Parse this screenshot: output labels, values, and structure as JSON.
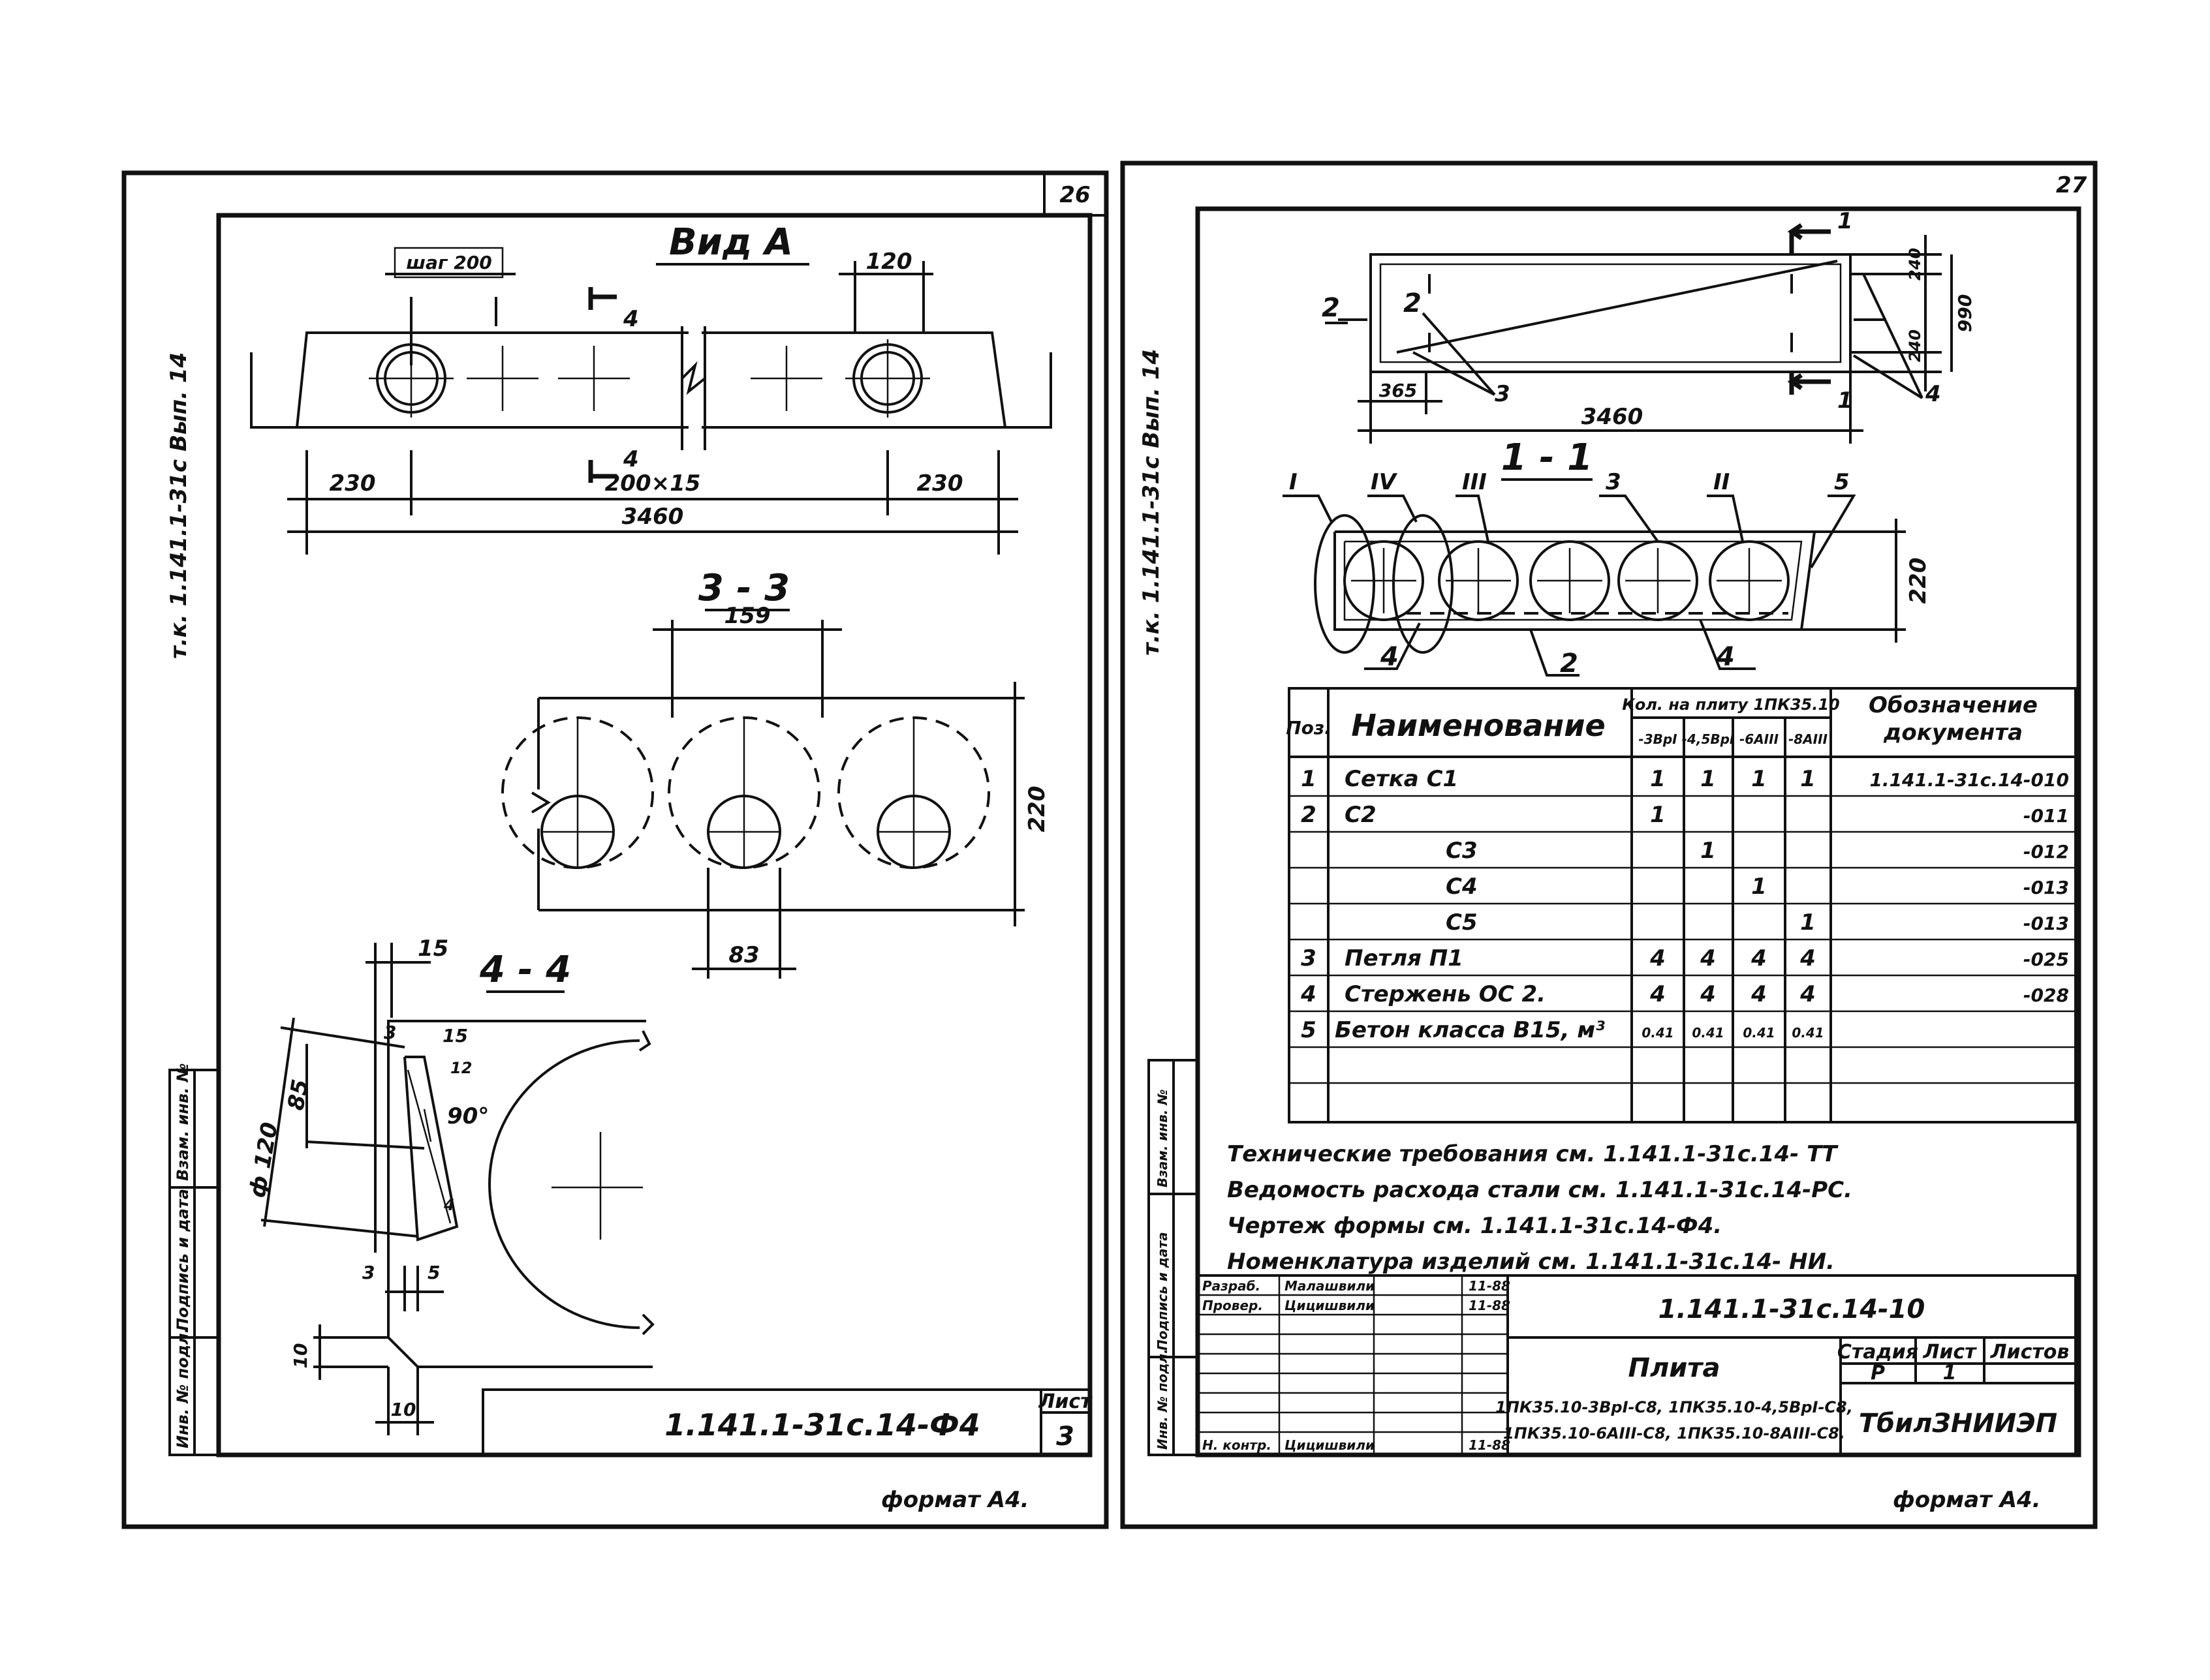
{
  "left_sheet": {
    "sheet_number": "26",
    "side_label": "т.к. 1.141.1-31с  Вып. 14",
    "view_a": {
      "title": "Вид А",
      "step_label": "шаг 200",
      "dim_120": "120",
      "dim_230_left": "230",
      "dim_200x15": "200×15",
      "dim_230_right": "230",
      "dim_3460": "3460",
      "section_mark": "4"
    },
    "section_33": {
      "title": "3 - 3",
      "dim_159": "159",
      "dim_220": "220",
      "dim_83": "83"
    },
    "section_44": {
      "title": "4 - 4",
      "dim_15_top": "15",
      "dim_3": "3",
      "dim_15_side": "15",
      "dim_12": "12",
      "dim_phi120": "ф 120",
      "dim_85": "85",
      "angle": "90°",
      "dim_4": "4",
      "dim_3_bottom": "3",
      "dim_5": "5",
      "dim_10_left": "10",
      "dim_10_bottom": "10"
    },
    "stamp_columns": [
      "Инв. № подл.",
      "Подпись и дата",
      "Взам. инв. №"
    ],
    "doc_code": "1.141.1-31с.14-Ф4",
    "sheet_label": "Лист",
    "sheet_value": "3",
    "format": "формат А4."
  },
  "right_sheet": {
    "corner_mark": "27",
    "side_label": "т.к. 1.141.1-31с  Вып. 14",
    "plan": {
      "dim_365": "365",
      "dim_3460": "3460",
      "dim_240_top": "240",
      "dim_990": "990",
      "dim_240_bottom": "240",
      "labels": [
        "2",
        "2",
        "3",
        "4",
        "1",
        "1"
      ]
    },
    "section_11": {
      "title": "1 - 1",
      "callouts": [
        "I",
        "IV",
        "III",
        "3",
        "II",
        "5"
      ],
      "bottom_callouts": [
        "4",
        "2",
        "4"
      ],
      "dim_220": "220"
    },
    "spec_table": {
      "header_pos": "Поз.",
      "header_name": "Наименование",
      "header_qty": "Кол. на плиту 1ПК35.10",
      "qty_cols": [
        "-3ВрI",
        "-4,5ВрI",
        "-6АIII",
        "-8АIII"
      ],
      "header_doc": "Обозначение документа",
      "rows": [
        {
          "pos": "1",
          "name": "Сетка  С1",
          "q": [
            "1",
            "1",
            "1",
            "1"
          ],
          "doc": "1.141.1-31с.14-010"
        },
        {
          "pos": "2",
          "name": "С2",
          "q": [
            "1",
            "",
            "",
            ""
          ],
          "doc": "-011"
        },
        {
          "pos": "",
          "name": "С3",
          "q": [
            "",
            "1",
            "",
            ""
          ],
          "doc": "-012"
        },
        {
          "pos": "",
          "name": "С4",
          "q": [
            "",
            "",
            "1",
            ""
          ],
          "doc": "-013"
        },
        {
          "pos": "",
          "name": "С5",
          "q": [
            "",
            "",
            "",
            "1"
          ],
          "doc": "-013"
        },
        {
          "pos": "3",
          "name": "Петля  П1",
          "q": [
            "4",
            "4",
            "4",
            "4"
          ],
          "doc": "-025"
        },
        {
          "pos": "4",
          "name": "Стержень  ОС 2.",
          "q": [
            "4",
            "4",
            "4",
            "4"
          ],
          "doc": "-028"
        },
        {
          "pos": "5",
          "name": "Бетон класса В15, м³",
          "q": [
            "0.41",
            "0.41",
            "0.41",
            "0.41"
          ],
          "doc": ""
        }
      ]
    },
    "notes": [
      "Технические требования см. 1.141.1-31с.14- ТТ",
      "Ведомость расхода стали см. 1.141.1-31с.14-РС.",
      "Чертеж формы см. 1.141.1-31с.14-Ф4.",
      "Номенклатура изделий см. 1.141.1-31с.14- НИ."
    ],
    "stamp_columns": [
      "Инв. № подл.",
      "Подпись и дата",
      "Взам. инв. №"
    ],
    "title_block": {
      "roles": [
        "Разраб.",
        "Провер.",
        "Н. контр."
      ],
      "names": [
        "Малашвили",
        "Цицишвили",
        "Цицишвили"
      ],
      "dates": [
        "11-88",
        "11-88",
        "11-88"
      ],
      "doc_code": "1.141.1-31с.14-10",
      "item_title": "Плита",
      "item_lines": [
        "1ПК35.10-3ВрI-С8, 1ПК35.10-4,5ВрI-С8,",
        "1ПК35.10-6АIII-С8, 1ПК35.10-8АIII-С8."
      ],
      "stage_label": "Стадия",
      "stage_value": "Р",
      "sheet_label": "Лист",
      "sheet_value": "1",
      "sheets_label": "Листов",
      "org": "ТбилЗНИИЭП"
    },
    "format": "формат А4."
  }
}
